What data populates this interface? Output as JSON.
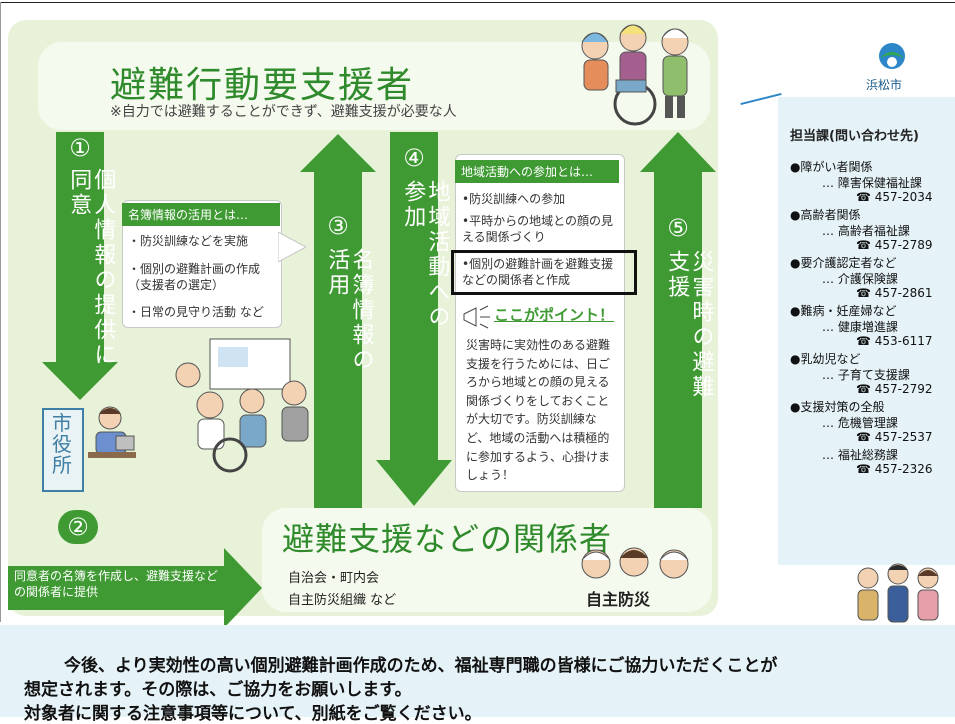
{
  "header": {
    "title": "避難行動要支援者",
    "subtitle": "※自力では避難することができず、避難支援が必要な人",
    "logo_text": "浜松市"
  },
  "bottom_panel": {
    "title": "避難支援などの関係者",
    "items": [
      "自治会・町内会",
      "自主防災組織 など"
    ],
    "badge": "自主防災"
  },
  "steps": {
    "s1": {
      "num": "①",
      "text": "個人情報の提供に同意"
    },
    "s2": {
      "num": "②",
      "text": "同意者の名簿を作成し、避難支援などの関係者に提供"
    },
    "s3": {
      "num": "③",
      "text": "名簿情報の活用"
    },
    "s4": {
      "num": "④",
      "text": "地域活動への参加"
    },
    "s5": {
      "num": "⑤",
      "text": "災害時の避難支援"
    }
  },
  "city_hall": {
    "label": "市役所"
  },
  "roster_box": {
    "header": "名簿情報の活用とは…",
    "bullets": [
      "・防災訓練などを実施",
      "・個別の避難計画の作成（支援者の選定）",
      "・日常の見守り活動 など"
    ]
  },
  "community_box": {
    "header": "地域活動への参加とは…",
    "bullets": [
      "•防災訓練への参加",
      "•平時からの地域との顔の見える関係づくり",
      "•個別の避難計画を避難支援などの関係者と作成"
    ],
    "point_title": "ここがポイント！",
    "point_text": "災害時に実効性のある避難支援を行うためには、日ごろから地域との顔の見える関係づくりをしておくことが大切です。防災訓練など、地域の活動へは積極的に参加するよう、心掛けましょう！"
  },
  "sidebar": {
    "title": "担当課(問い合わせ先)",
    "entries": [
      {
        "category": "●障がい者関係",
        "dept": "… 障害保健福祉課",
        "tel": "☎ 457-2034"
      },
      {
        "category": "●高齢者関係",
        "dept": "… 高齢者福祉課",
        "tel": "☎ 457-2789"
      },
      {
        "category": "●要介護認定者など",
        "dept": "… 介護保険課",
        "tel": "☎ 457-2861"
      },
      {
        "category": "●難病・妊産婦など",
        "dept": "… 健康増進課",
        "tel": "☎ 453-6117"
      },
      {
        "category": "●乳幼児など",
        "dept": "… 子育て支援課",
        "tel": "☎ 457-2792"
      },
      {
        "category": "●支援対策の全般",
        "dept": "… 危機管理課",
        "tel": "☎ 457-2537"
      },
      {
        "category": "",
        "dept": "… 福祉総務課",
        "tel": "☎ 457-2326"
      }
    ]
  },
  "notice": {
    "line1": "今後、より実効性の高い個別避難計画作成のため、福祉専門職の皆様にご協力いただくことが",
    "line2": "想定されます。その際は、ご協力をお願いします。",
    "line3": "対象者に関する注意事項等について、別紙をご覧ください。"
  }
}
